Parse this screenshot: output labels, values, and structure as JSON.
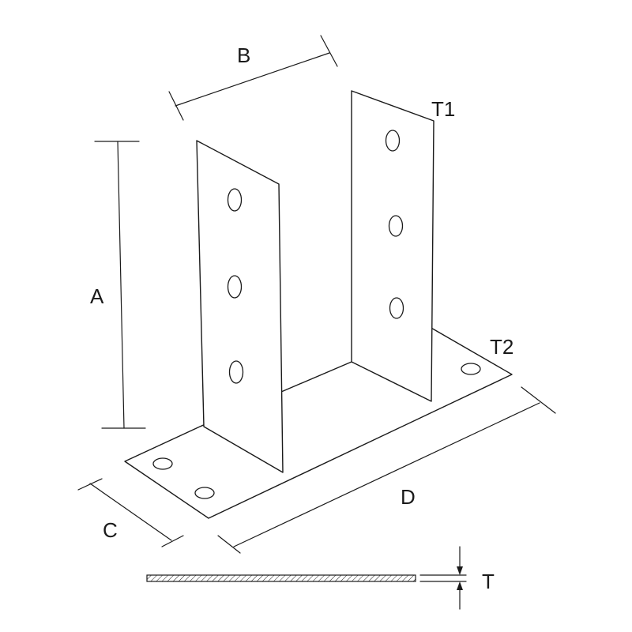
{
  "labels": {
    "a": "A",
    "b": "B",
    "c": "C",
    "d": "D",
    "t1": "T1",
    "t2": "T2",
    "t": "T"
  },
  "colors": {
    "line": "#1a1a1a",
    "background": "#ffffff",
    "hatch": "#1a1a1a"
  }
}
